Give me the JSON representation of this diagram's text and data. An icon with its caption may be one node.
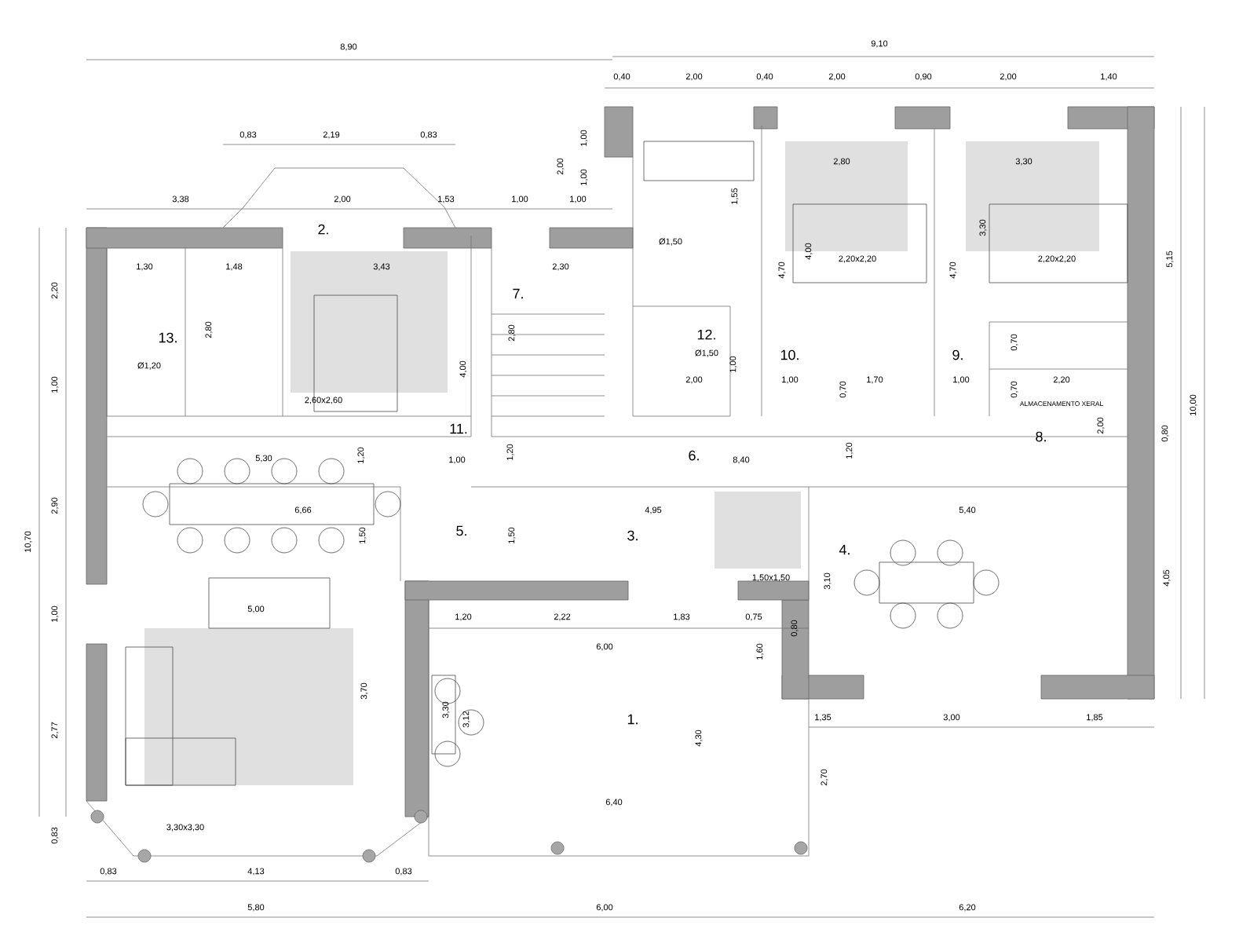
{
  "diagram": {
    "labels": [
      "8,90",
      "9,10",
      "0,40",
      "2,00",
      "0,40",
      "2,00",
      "0,90",
      "2,00",
      "1,40",
      "0,83",
      "2,19",
      "0,83",
      "1,00",
      "2,00",
      "1,00",
      "2,80",
      "3,30",
      "3,38",
      "2,00",
      "1,53",
      "1,00",
      "1,00",
      "1,55",
      "2.",
      "Ø1,50",
      "4,00",
      "3,30",
      "1,30",
      "1,48",
      "3,43",
      "2,30",
      "4,70",
      "2,20x2,20",
      "4,70",
      "2,20x2,20",
      "5,15",
      "2,20",
      "7.",
      "13.",
      "2,80",
      "2,80",
      "12.",
      "0,70",
      "Ø1,50",
      "10.",
      "9.",
      "Ø1,20",
      "4,00",
      "1,00",
      "1,00",
      "2,00",
      "1,00",
      "0,70",
      "1,70",
      "1,00",
      "0,70",
      "2,20",
      "2,60x2,60",
      "ALMACENAMENTO XERAL",
      "10,00",
      "11.",
      "8.",
      "2,00",
      "0,80",
      "5,30",
      "1,20",
      "1,00",
      "1,20",
      "6.",
      "8,40",
      "1,20",
      "2,90",
      "6,66",
      "4,95",
      "5,40",
      "10,70",
      "1,50",
      "5.",
      "1,50",
      "3.",
      "4.",
      "1,50x1,50",
      "3,10",
      "4,05",
      "1,00",
      "5,00",
      "1,20",
      "2,22",
      "1,83",
      "0,75",
      "0,80",
      "6,00",
      "1,60",
      "3,70",
      "3,30",
      "3,12",
      "1.",
      "1,35",
      "3,00",
      "1,85",
      "2,77",
      "4,30",
      "2,70",
      "6,40",
      "0,83",
      "3,30x3,30",
      "0,83",
      "4,13",
      "0,83",
      "5,80",
      "6,00",
      "6,20"
    ]
  }
}
